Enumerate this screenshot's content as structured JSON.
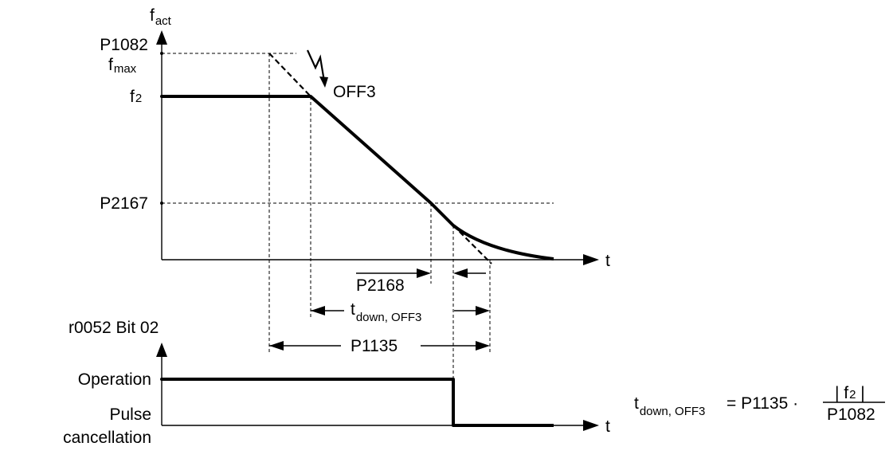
{
  "top_plot": {
    "y_axis_label": "f",
    "y_axis_label_sub": "act",
    "x_axis_label": "t",
    "ticks": {
      "p1082": "P1082",
      "fmax": "f",
      "fmax_sub": "max",
      "f2": "f",
      "f2_sub": "2",
      "p2167": "P2167"
    },
    "off3_label": "OFF3",
    "p2168_label": "P2168",
    "tdown_label": "t",
    "tdown_sub": "down, OFF3"
  },
  "bottom_plot": {
    "y_axis_label": "r0052  Bit 02",
    "x_axis_label": "t",
    "level_high": "Operation",
    "level_low_line1": "Pulse",
    "level_low_line2": "cancellation"
  },
  "p1135_label": "P1135",
  "formula": {
    "lhs": "t",
    "lhs_sub": "down, OFF3",
    "rhs_prefix": " = P1135 ·",
    "numerator_left": "| f",
    "numerator_sub": "2",
    "numerator_right": " |",
    "denominator": "P1082"
  },
  "icons": {
    "fault_icon": "lightning-bolt-icon"
  }
}
